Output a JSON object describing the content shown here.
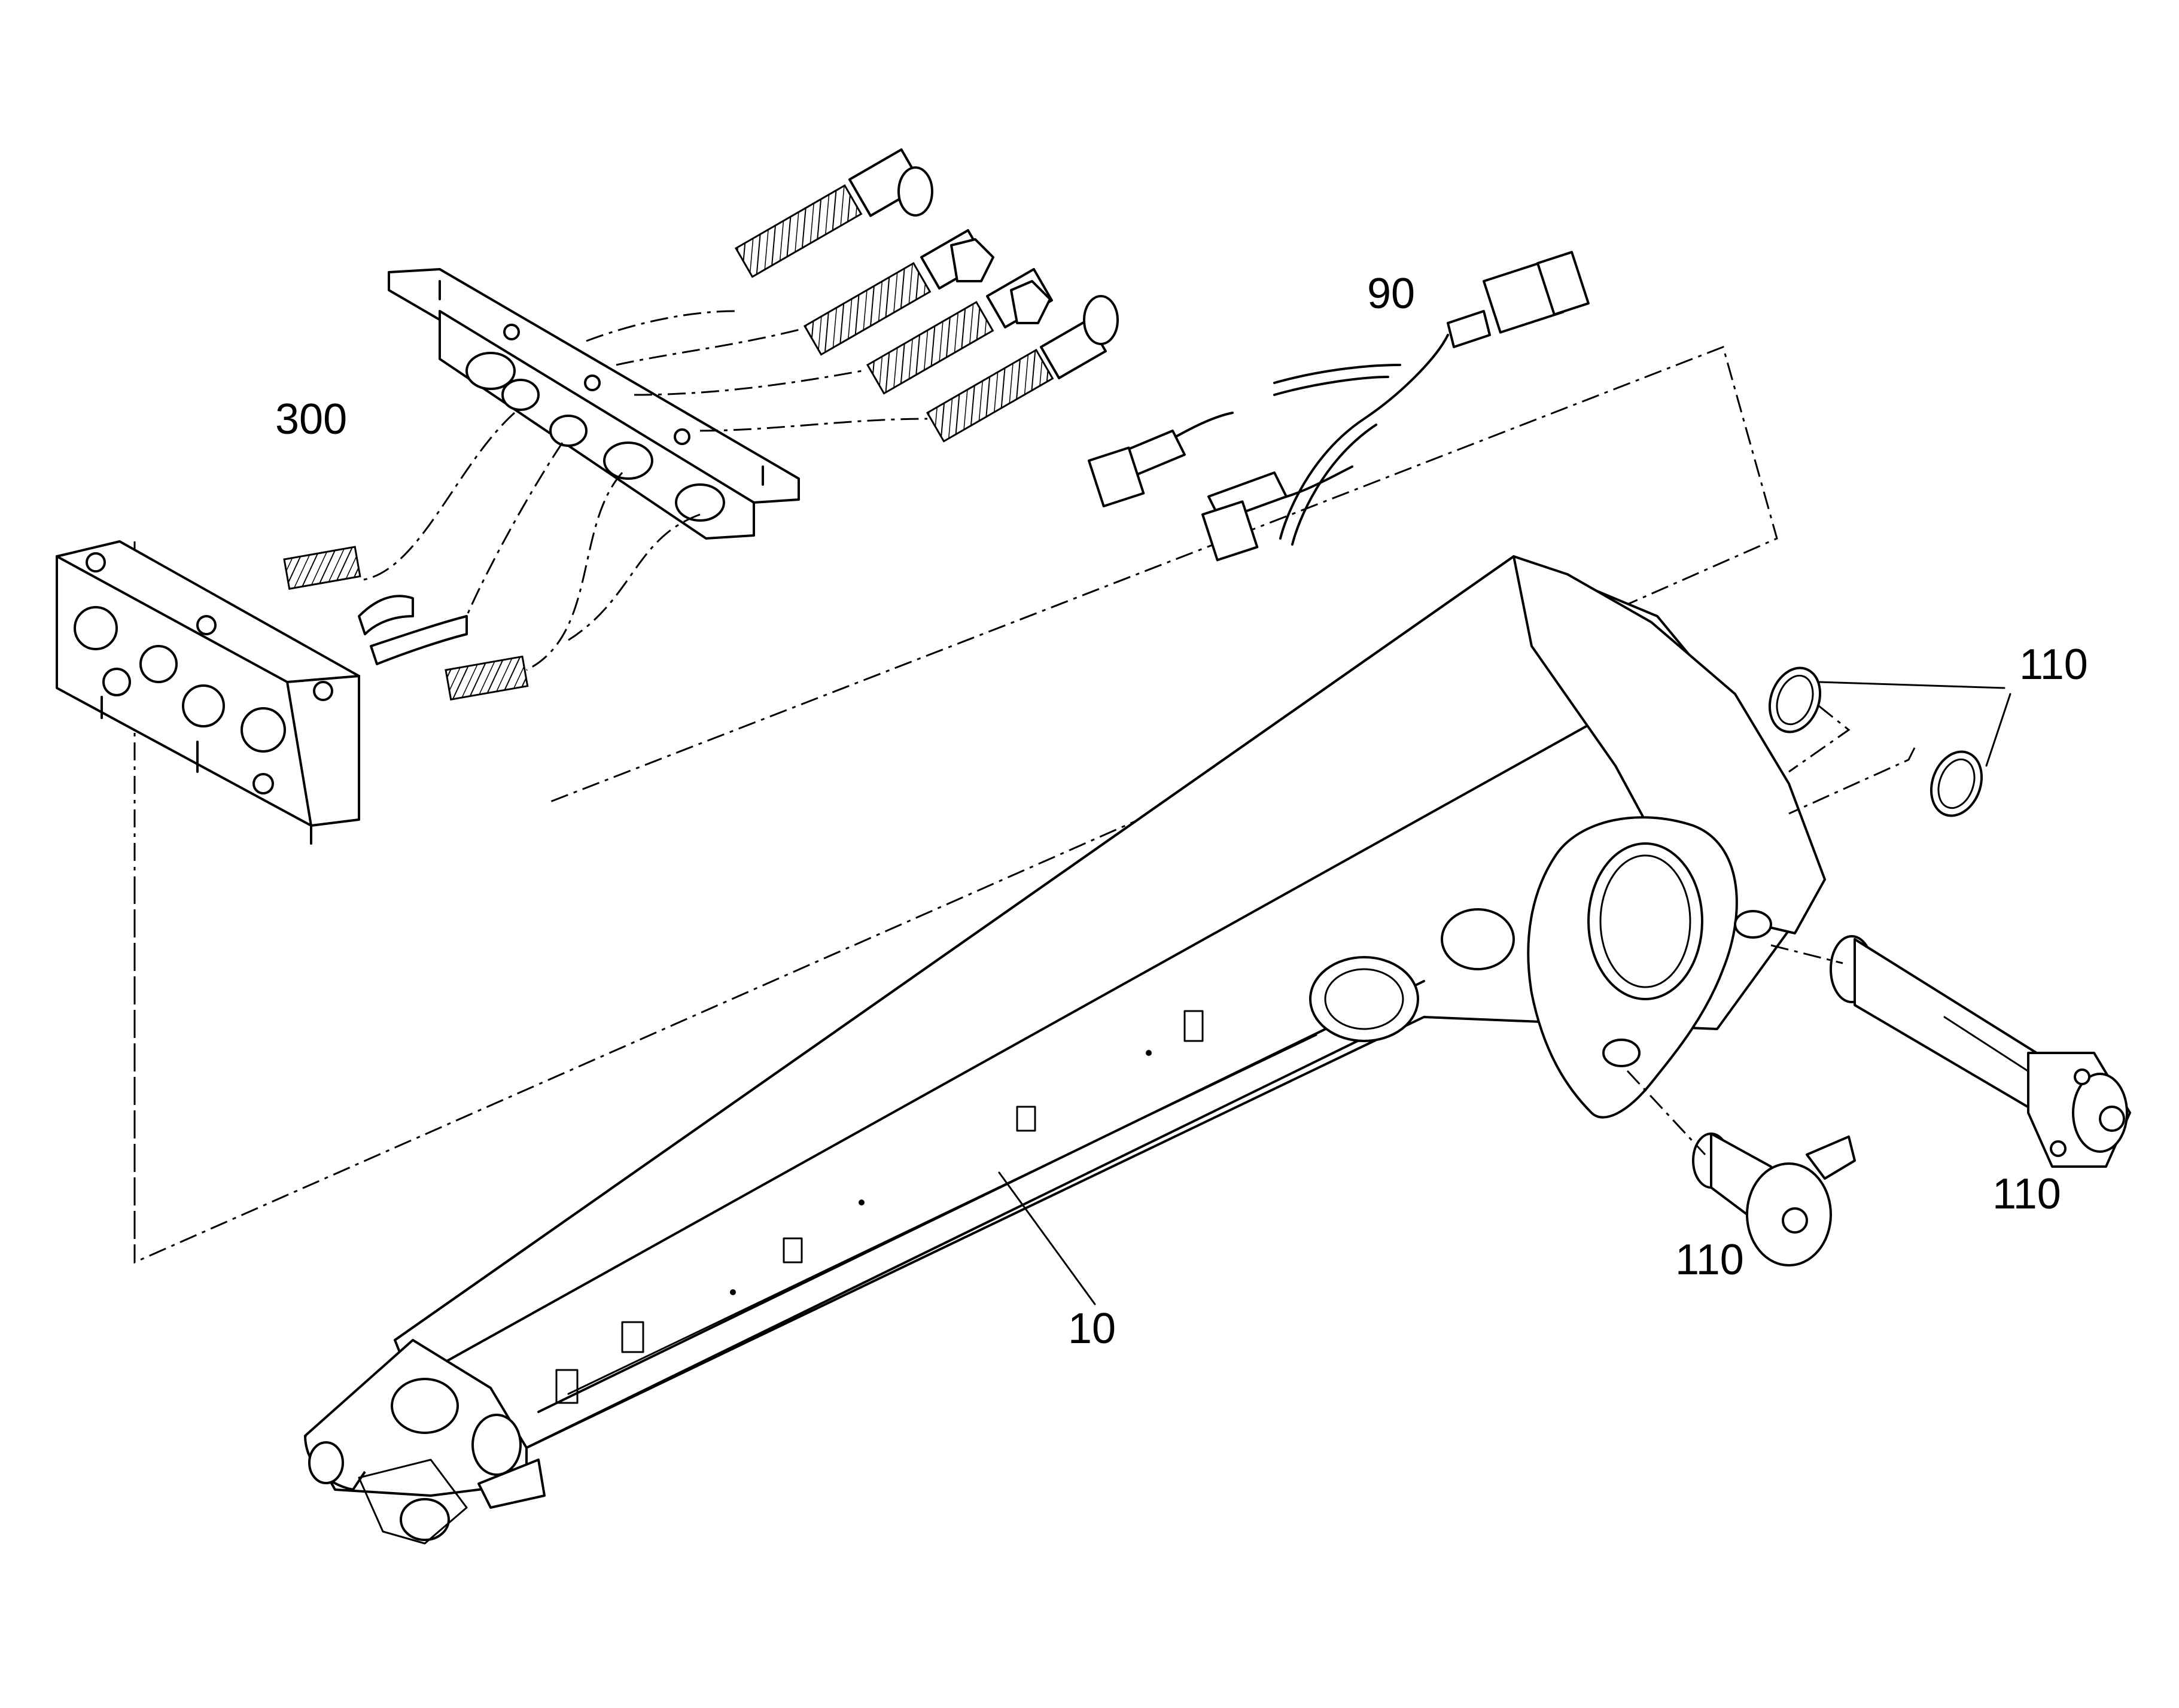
{
  "callouts": {
    "c300": "300",
    "c90": "90",
    "c110_ring": "110",
    "c110_pin": "110",
    "c110_bolt": "110",
    "c10": "10"
  }
}
